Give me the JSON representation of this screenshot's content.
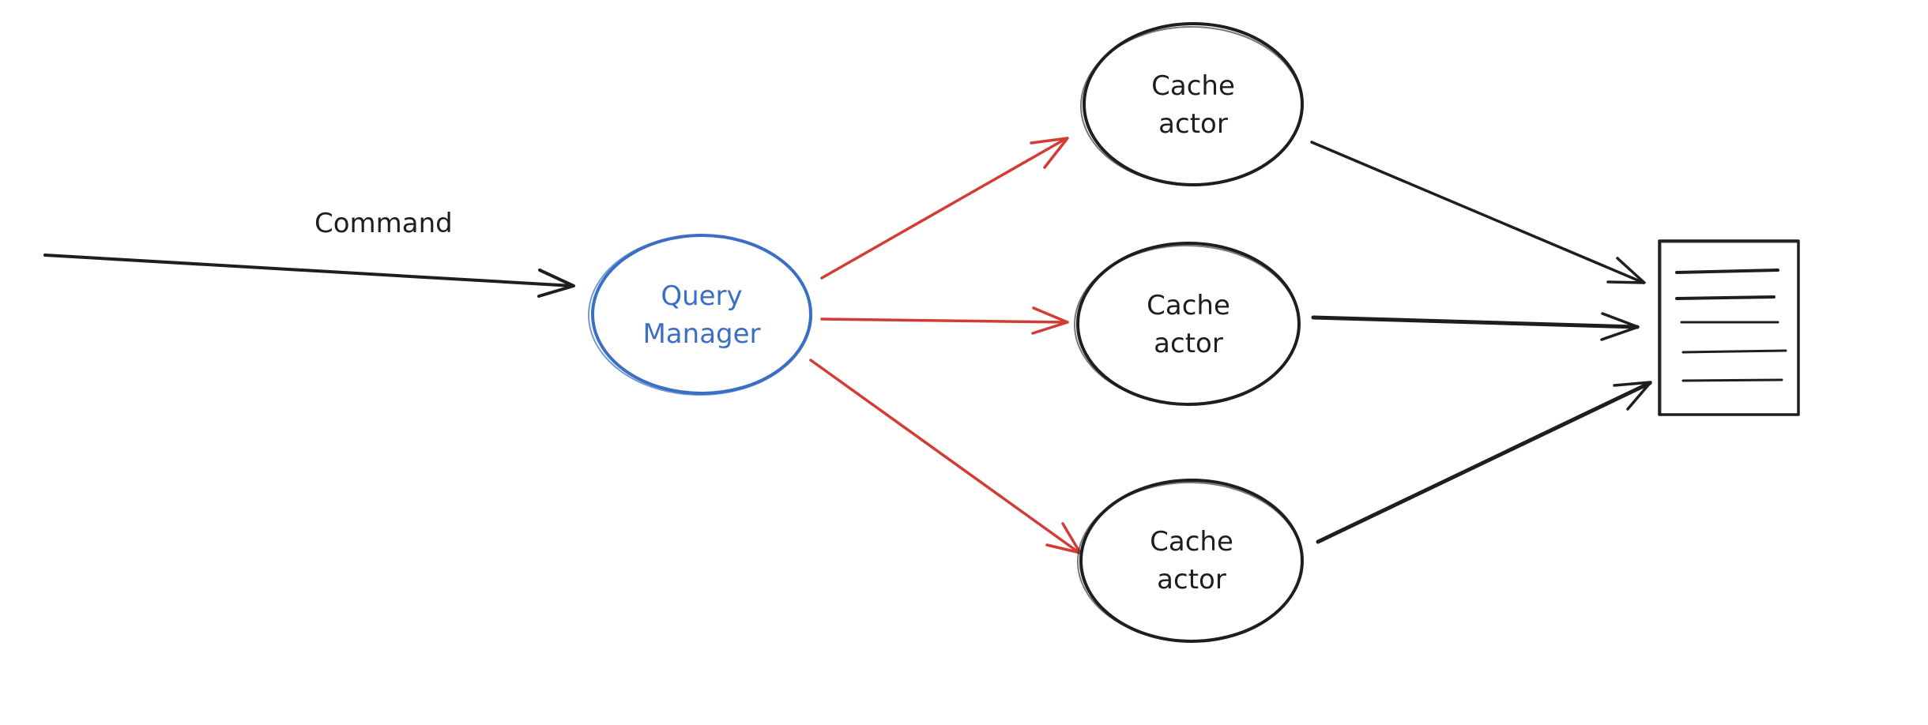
{
  "diagram": {
    "command_label": "Command",
    "query_manager": {
      "line1": "Query",
      "line2": "Manager"
    },
    "cache_actors": [
      {
        "line1": "Cache",
        "line2": "actor"
      },
      {
        "line1": "Cache",
        "line2": "actor"
      },
      {
        "line1": "Cache",
        "line2": "actor"
      }
    ]
  },
  "colors": {
    "ink": "#1e1e1e",
    "query_manager": "#3a6fc4",
    "fanout_arrows": "#d33c35",
    "background": "#ffffff"
  },
  "icons": {
    "output_store": "document-list-icon"
  }
}
